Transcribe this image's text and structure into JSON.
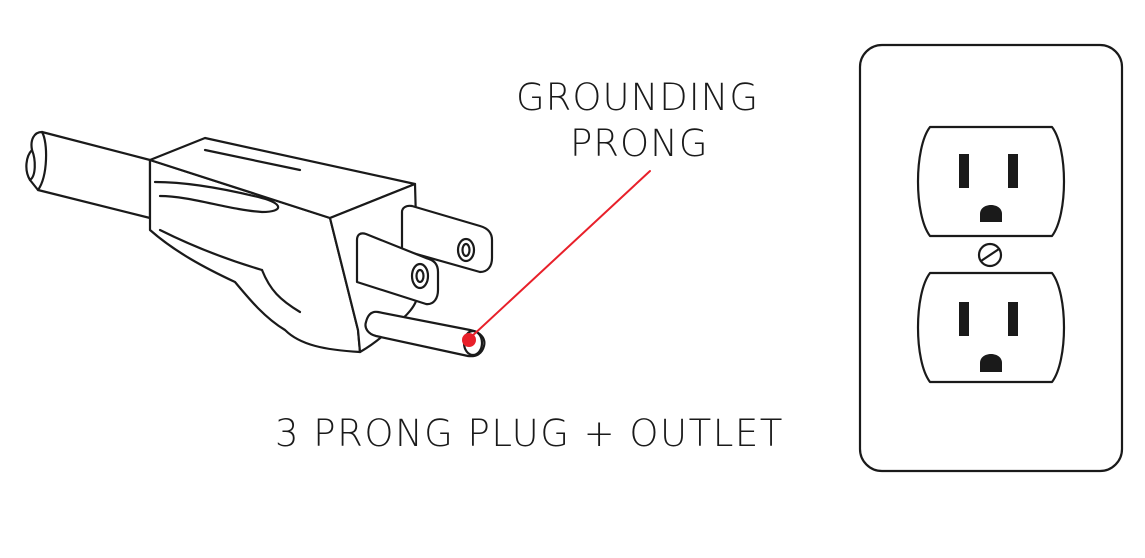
{
  "callout": {
    "line1": "GROUNDING",
    "line2": "PRONG"
  },
  "caption": "3 PRONG PLUG + OUTLET",
  "icons": [
    "plug-icon",
    "outlet-icon",
    "screw-icon",
    "callout-dot-icon"
  ],
  "colors": {
    "stroke": "#1a1a1a",
    "accent": "#e8202a",
    "background": "#ffffff"
  }
}
